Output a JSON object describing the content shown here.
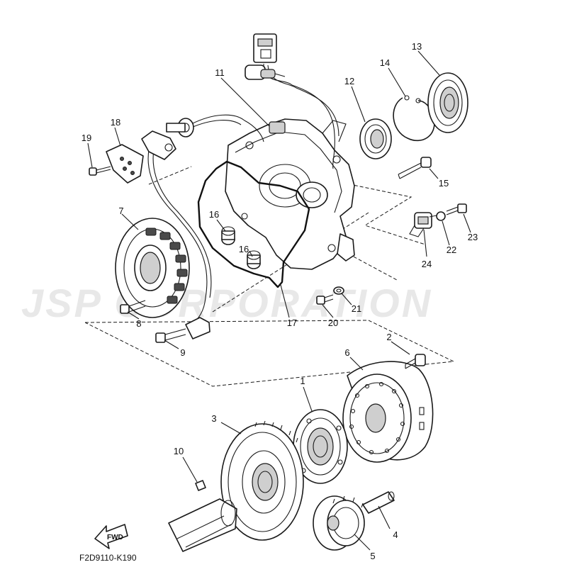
{
  "watermark": "JSP CORPORATION",
  "drawing_code": "F2D9110-K190",
  "fwd_label": "FWD",
  "callouts": {
    "c1": "1",
    "c2": "2",
    "c3": "3",
    "c4": "4",
    "c5": "5",
    "c6": "6",
    "c7": "7",
    "c8": "8",
    "c9": "9",
    "c10": "10",
    "c11": "11",
    "c12": "12",
    "c13": "13",
    "c14": "14",
    "c15": "15",
    "c16a": "16",
    "c16b": "16",
    "c17": "17",
    "c18": "18",
    "c19": "19",
    "c20": "20",
    "c21": "21",
    "c22": "22",
    "c23": "23",
    "c24": "24"
  }
}
